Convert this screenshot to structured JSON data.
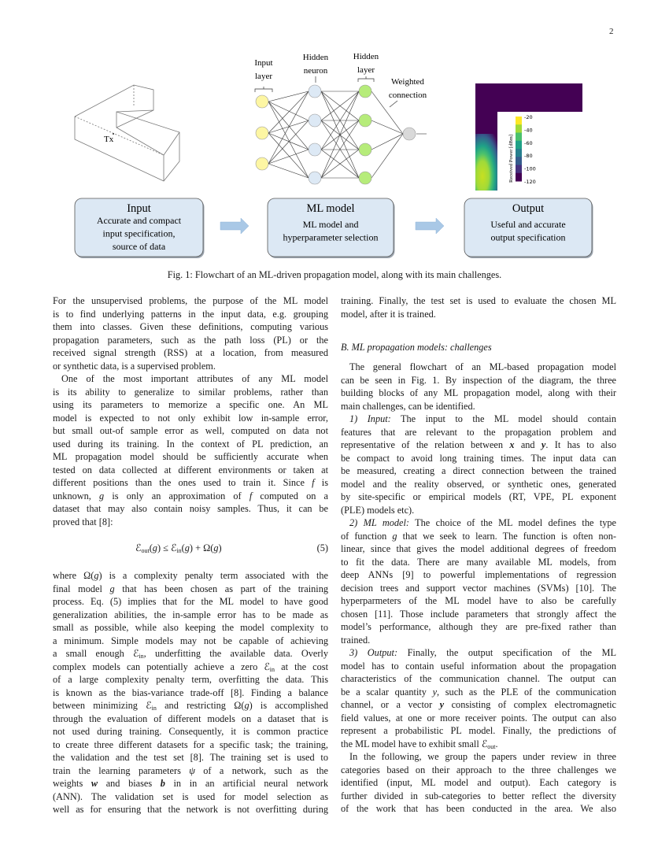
{
  "page_number": "2",
  "figure": {
    "labels": {
      "input_layer": [
        "Input",
        "layer"
      ],
      "hidden_neuron": [
        "Hidden",
        "neuron"
      ],
      "hidden_layer": [
        "Hidden",
        "layer"
      ],
      "weighted_connection": [
        "Weighted",
        "connection"
      ],
      "tx": "Tx"
    },
    "colorbar": {
      "label": "Received Power [dBm]",
      "ticks": [
        "-20",
        "-40",
        "-60",
        "-80",
        "-100",
        "-120"
      ],
      "colors": [
        "#fde725",
        "#a0da39",
        "#4ac16d",
        "#1fa187",
        "#277f8e",
        "#365c8d",
        "#46327e",
        "#440154"
      ]
    },
    "boxes": [
      {
        "title": "Input",
        "lines": [
          "Accurate and compact",
          "input specification,",
          "source of data"
        ]
      },
      {
        "title": "ML model",
        "lines": [
          "ML model and",
          "hyperparameter selection"
        ]
      },
      {
        "title": "Output",
        "lines": [
          "Useful and accurate",
          "output specification"
        ]
      }
    ],
    "colors": {
      "box_fill": "#dce8f4",
      "arrow": "#a9c8e6",
      "input_node": "#fdf6a3",
      "hidden_node": "#dde9f5",
      "hidden2_node": "#b6ec7a",
      "output_node": "#d9d9d9"
    },
    "caption": "Fig. 1: Flowchart of an ML-driven propagation model, along with its main challenges."
  },
  "left_column": {
    "block_a": [
      {
        "indent": false,
        "lines": [
          "For the unsupervised problems, the purpose of the ML model",
          "is to find underlying patterns in the input data, e.g. grouping",
          "them into classes. Given these definitions, computing various",
          "propagation parameters, such as the path loss (PL) or the",
          "received signal strength (RSS) at a location, from measured",
          "or synthetic data, is a supervised problem."
        ]
      },
      {
        "indent": true,
        "lines": [
          "One of the most important attributes of any ML model",
          "is its ability to generalize to similar problems, rather than",
          "using its parameters to memorize a specific one. An ML",
          "model is expected to not only exhibit low in-sample error,",
          "but small out-of sample error as well, computed on data not",
          "used during its training. In the context of PL prediction, an",
          "ML propagation model should be sufficiently accurate when",
          "tested on data collected at different environments or taken at",
          "different positions than the ones used to train it. Since *f* is",
          "unknown, *g* is only an approximation of *f* computed on a",
          "dataset that may also contain noisy samples. Thus, it can be",
          "proved that [8]:"
        ]
      }
    ],
    "equation": {
      "expr": "ℰ_{out}(*g*) ≤ ℰ_{in}(*g*) + Ω(*g*)",
      "number": "(5)"
    },
    "block_b": [
      {
        "indent": false,
        "continues": true,
        "lines": [
          "where Ω(*g*) is a complexity penalty term associated with the",
          "final model *g* that has been chosen as part of the training",
          "process. Eq. (5) implies that for the ML model to have good",
          "generalization abilities, the in-sample error has to be made as",
          "small as possible, while also keeping the model complexity to",
          "a minimum. Simple models may not be capable of achieving",
          "a small enough ℰ_{in}, underfitting the available data. Overly",
          "complex models can potentially achieve a zero ℰ_{in} at the cost",
          "of a large complexity penalty term, overfitting the data. This",
          "is known as the bias-variance trade-off [8]. Finding a balance",
          "between minimizing ℰ_{in} and restricting Ω(*g*) is accomplished",
          "through the evaluation of different models on a dataset that is",
          "not used during training. Consequently, it is common practice",
          "to create three different datasets for a specific task; the training,",
          "the validation and the test set [8]. The training set is used to",
          "train the learning parameters *ψ* of a network, such as the",
          "weights **w** and biases **b** in in an artificial neural network",
          "(ANN). The validation set is used for model selection as",
          "well as for ensuring that the network is not overfitting during"
        ]
      }
    ]
  },
  "right_column": {
    "block_a": [
      {
        "indent": false,
        "lines": [
          "training. Finally, the test set is used to evaluate the chosen ML",
          "model, after it is trained."
        ]
      }
    ],
    "heading": "B. ML propagation models: challenges",
    "block_b": [
      {
        "indent": true,
        "lines": [
          "The general flowchart of an ML-based propagation model",
          "can be seen in Fig. 1. By inspection of the diagram, the three",
          "building blocks of any ML propagation model, along with their",
          "main challenges, can be identified."
        ]
      },
      {
        "indent": true,
        "lines": [
          "*1) Input:* The input to the ML model should contain",
          "features that are relevant to the propagation problem and",
          "representative of the relation between **x** and **y**. It has to also",
          "be compact to avoid long training times. The input data can",
          "be measured, creating a direct connection between the trained",
          "model and the reality observed, or synthetic ones, generated",
          "by site-specific or empirical models (RT, VPE, PL exponent",
          "(PLE) models etc)."
        ]
      },
      {
        "indent": true,
        "lines": [
          "*2) ML model:* The choice of the ML model defines the type",
          "of function *g* that we seek to learn. The function is often non-",
          "linear, since that gives the model additional degrees of freedom",
          "to fit the data. There are many available ML models, from",
          "deep ANNs [9] to powerful implementations of regression",
          "decision trees and support vector machines (SVMs) [10]. The",
          "hyperparmeters of the ML model have to also be carefully",
          "chosen [11]. Those include parameters that strongly affect the",
          "model’s performance, although they are pre-fixed rather than",
          "trained."
        ]
      },
      {
        "indent": true,
        "lines": [
          "*3) Output:* Finally, the output specification of the ML",
          "model has to contain useful information about the propagation",
          "characteristics of the communication channel. The output can",
          "be a scalar quantity *y*, such as the PLE of the communication",
          "channel, or a vector **y** consisting of complex electromagnetic",
          "field values, at one or more receiver points. The output can also",
          "represent a probabilistic PL model. Finally, the predictions of",
          "the ML model have to exhibit small ℰ_{out}."
        ]
      },
      {
        "indent": true,
        "continues": true,
        "lines": [
          "In the following, we group the papers under review in three",
          "categories based on their approach to the three challenges we",
          "identified (input, ML model and output). Each category is",
          "further divided in sub-categories to better reflect the diversity",
          "of the work that has been conducted in the area. We also"
        ]
      }
    ]
  }
}
